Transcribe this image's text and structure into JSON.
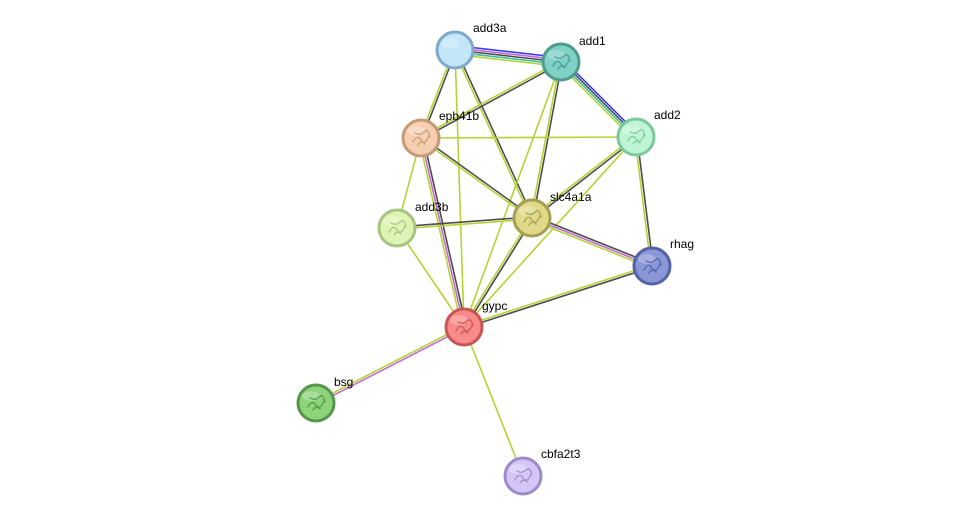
{
  "network": {
    "nodes": [
      {
        "id": "add3a",
        "label": "add3a",
        "fill": "#c2e6f8",
        "stroke": "#7ea9c8",
        "icon": "blank"
      },
      {
        "id": "add1",
        "label": "add1",
        "fill": "#7ed1c4",
        "stroke": "#4d9c8e",
        "icon": "protein-structure"
      },
      {
        "id": "add2",
        "label": "add2",
        "fill": "#bff5d4",
        "stroke": "#7cc89c",
        "icon": "protein-structure"
      },
      {
        "id": "epb41b",
        "label": "epb41b",
        "fill": "#f6cfb0",
        "stroke": "#c69a78",
        "icon": "protein-structure"
      },
      {
        "id": "add3b",
        "label": "add3b",
        "fill": "#def3b6",
        "stroke": "#a9c47e",
        "icon": "protein-structure"
      },
      {
        "id": "slc4a1a",
        "label": "slc4a1a",
        "fill": "#e0d98a",
        "stroke": "#a59f52",
        "icon": "protein-structure"
      },
      {
        "id": "rhag",
        "label": "rhag",
        "fill": "#8a96d6",
        "stroke": "#5261a8",
        "icon": "protein-structure"
      },
      {
        "id": "gypc",
        "label": "gypc",
        "fill": "#f88a8a",
        "stroke": "#c95555",
        "icon": "protein-structure"
      },
      {
        "id": "bsg",
        "label": "bsg",
        "fill": "#8ed37a",
        "stroke": "#55974a",
        "icon": "protein-structure"
      },
      {
        "id": "cbfa2t3",
        "label": "cbfa2t3",
        "fill": "#d6c6f8",
        "stroke": "#9d8ac8",
        "icon": "protein-structure"
      }
    ],
    "edges": [
      {
        "source": "add3a",
        "target": "add1",
        "colors": [
          "#3a3aff",
          "#c46ad3",
          "#4d4d4d",
          "#3fbfa0",
          "#b3d335"
        ]
      },
      {
        "source": "add1",
        "target": "add2",
        "colors": [
          "#3a3aff",
          "#4d4d4d",
          "#3fbfa0",
          "#b3d335"
        ]
      },
      {
        "source": "add3a",
        "target": "epb41b",
        "colors": [
          "#4d4d4d",
          "#b3d335"
        ]
      },
      {
        "source": "add3a",
        "target": "slc4a1a",
        "colors": [
          "#4d4d4d",
          "#b3d335"
        ]
      },
      {
        "source": "add3a",
        "target": "gypc",
        "colors": [
          "#b3d335"
        ]
      },
      {
        "source": "add1",
        "target": "epb41b",
        "colors": [
          "#4d4d4d",
          "#b3d335"
        ]
      },
      {
        "source": "add1",
        "target": "slc4a1a",
        "colors": [
          "#4d4d4d",
          "#b3d335"
        ]
      },
      {
        "source": "add1",
        "target": "gypc",
        "colors": [
          "#b3d335"
        ]
      },
      {
        "source": "add2",
        "target": "epb41b",
        "colors": [
          "#b3d335"
        ]
      },
      {
        "source": "add2",
        "target": "slc4a1a",
        "colors": [
          "#4d4d4d",
          "#b3d335"
        ]
      },
      {
        "source": "add2",
        "target": "rhag",
        "colors": [
          "#4d4d4d",
          "#b3d335"
        ]
      },
      {
        "source": "add2",
        "target": "gypc",
        "colors": [
          "#b3d335"
        ]
      },
      {
        "source": "epb41b",
        "target": "add3b",
        "colors": [
          "#b3d335"
        ]
      },
      {
        "source": "epb41b",
        "target": "slc4a1a",
        "colors": [
          "#4d4d4d",
          "#b3d335"
        ]
      },
      {
        "source": "epb41b",
        "target": "gypc",
        "colors": [
          "#4d4d4d",
          "#c46ad3",
          "#b3d335"
        ]
      },
      {
        "source": "add3b",
        "target": "slc4a1a",
        "colors": [
          "#4d4d4d",
          "#b3d335"
        ]
      },
      {
        "source": "add3b",
        "target": "gypc",
        "colors": [
          "#b3d335"
        ]
      },
      {
        "source": "slc4a1a",
        "target": "rhag",
        "colors": [
          "#4d4d4d",
          "#c46ad3",
          "#b3d335"
        ]
      },
      {
        "source": "slc4a1a",
        "target": "gypc",
        "colors": [
          "#4d4d4d",
          "#b3d335"
        ]
      },
      {
        "source": "rhag",
        "target": "gypc",
        "colors": [
          "#4d4d4d",
          "#b3d335"
        ]
      },
      {
        "source": "gypc",
        "target": "bsg",
        "colors": [
          "#c46ad3",
          "#b3d335"
        ]
      },
      {
        "source": "gypc",
        "target": "cbfa2t3",
        "colors": [
          "#b3d335"
        ]
      }
    ]
  }
}
